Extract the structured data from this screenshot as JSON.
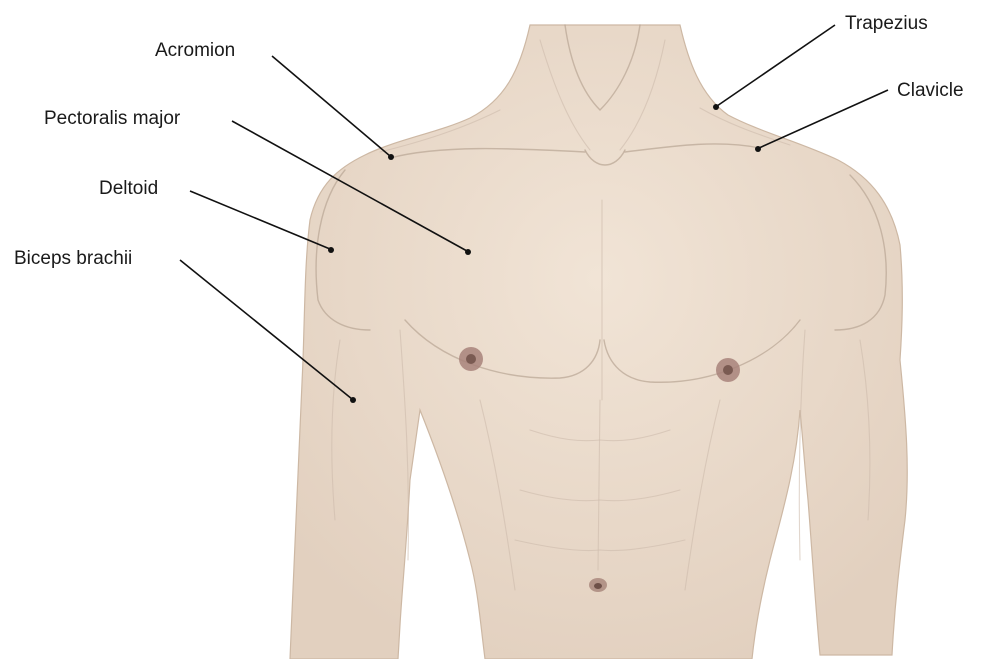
{
  "diagram": {
    "colors": {
      "skin": "#eee0d1",
      "skin_shadow": "#dcc9b6",
      "line": "#111111",
      "nipple": "#8a6a5e"
    },
    "labels": [
      {
        "id": "acromion",
        "text": "Acromion",
        "side": "left"
      },
      {
        "id": "pectoralis-major",
        "text": "Pectoralis major",
        "side": "left"
      },
      {
        "id": "deltoid",
        "text": "Deltoid",
        "side": "left"
      },
      {
        "id": "biceps-brachii",
        "text": "Biceps brachii",
        "side": "left"
      },
      {
        "id": "trapezius",
        "text": "Trapezius",
        "side": "right"
      },
      {
        "id": "clavicle",
        "text": "Clavicle",
        "side": "right"
      }
    ]
  }
}
